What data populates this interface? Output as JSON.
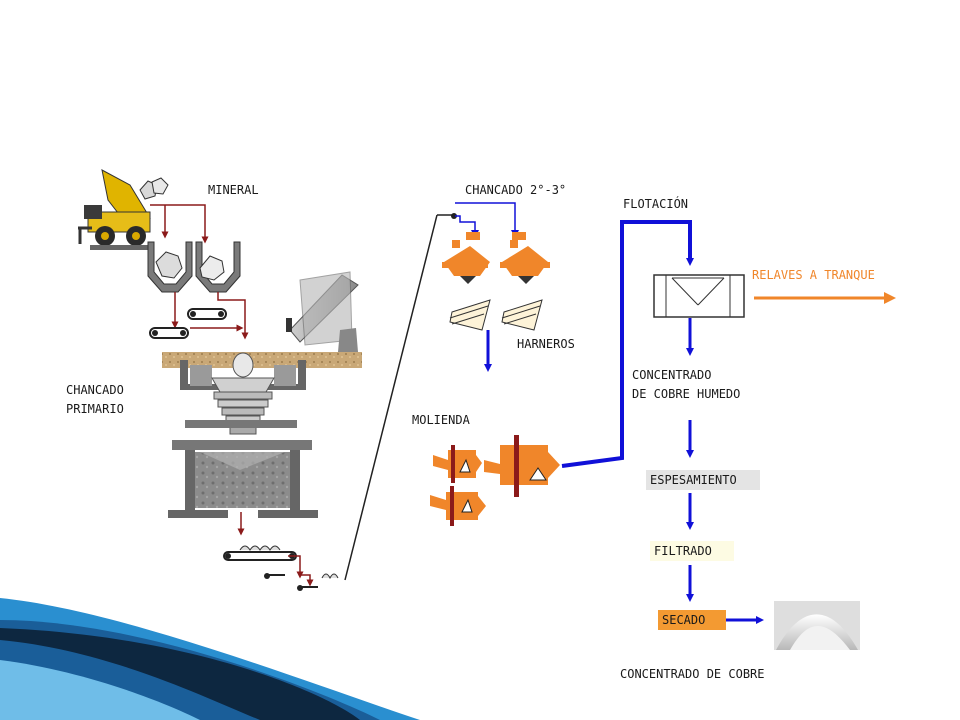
{
  "labels": {
    "mineral": "MINERAL",
    "chancado_primario_1": "CHANCADO",
    "chancado_primario_2": "PRIMARIO",
    "chancado_secundario": "CHANCADO 2°-3°",
    "harneros": "HARNEROS",
    "molienda": "MOLIENDA",
    "flotacion": "FLOTACIÓN",
    "relaves": "RELAVES A TRANQUE",
    "concentrado_humedo_1": "CONCENTRADO",
    "concentrado_humedo_2": "DE COBRE HUMEDO",
    "espesamiento": "ESPESAMIENTO",
    "filtrado": "FILTRADO",
    "secado": "SECADO",
    "concentrado_cobre": "CONCENTRADO DE COBRE"
  },
  "colors": {
    "flow_blue": "#1010d8",
    "flow_red": "#8b1a1a",
    "relaves_orange": "#f0862a",
    "equipment_orange": "#f0862a",
    "equipment_grey": "#9a9a9a",
    "deco_dark": "#0d2740",
    "deco_blue": "#2a8fd0"
  },
  "icons": {
    "truck": "haul-truck-icon",
    "crusher": "gyratory-crusher-icon",
    "cone_crusher": "cone-crusher-icon",
    "screen": "screen-icon",
    "mill": "ball-mill-icon",
    "flotation": "flotation-cell-icon",
    "concentrate": "concentrate-pile-icon"
  }
}
